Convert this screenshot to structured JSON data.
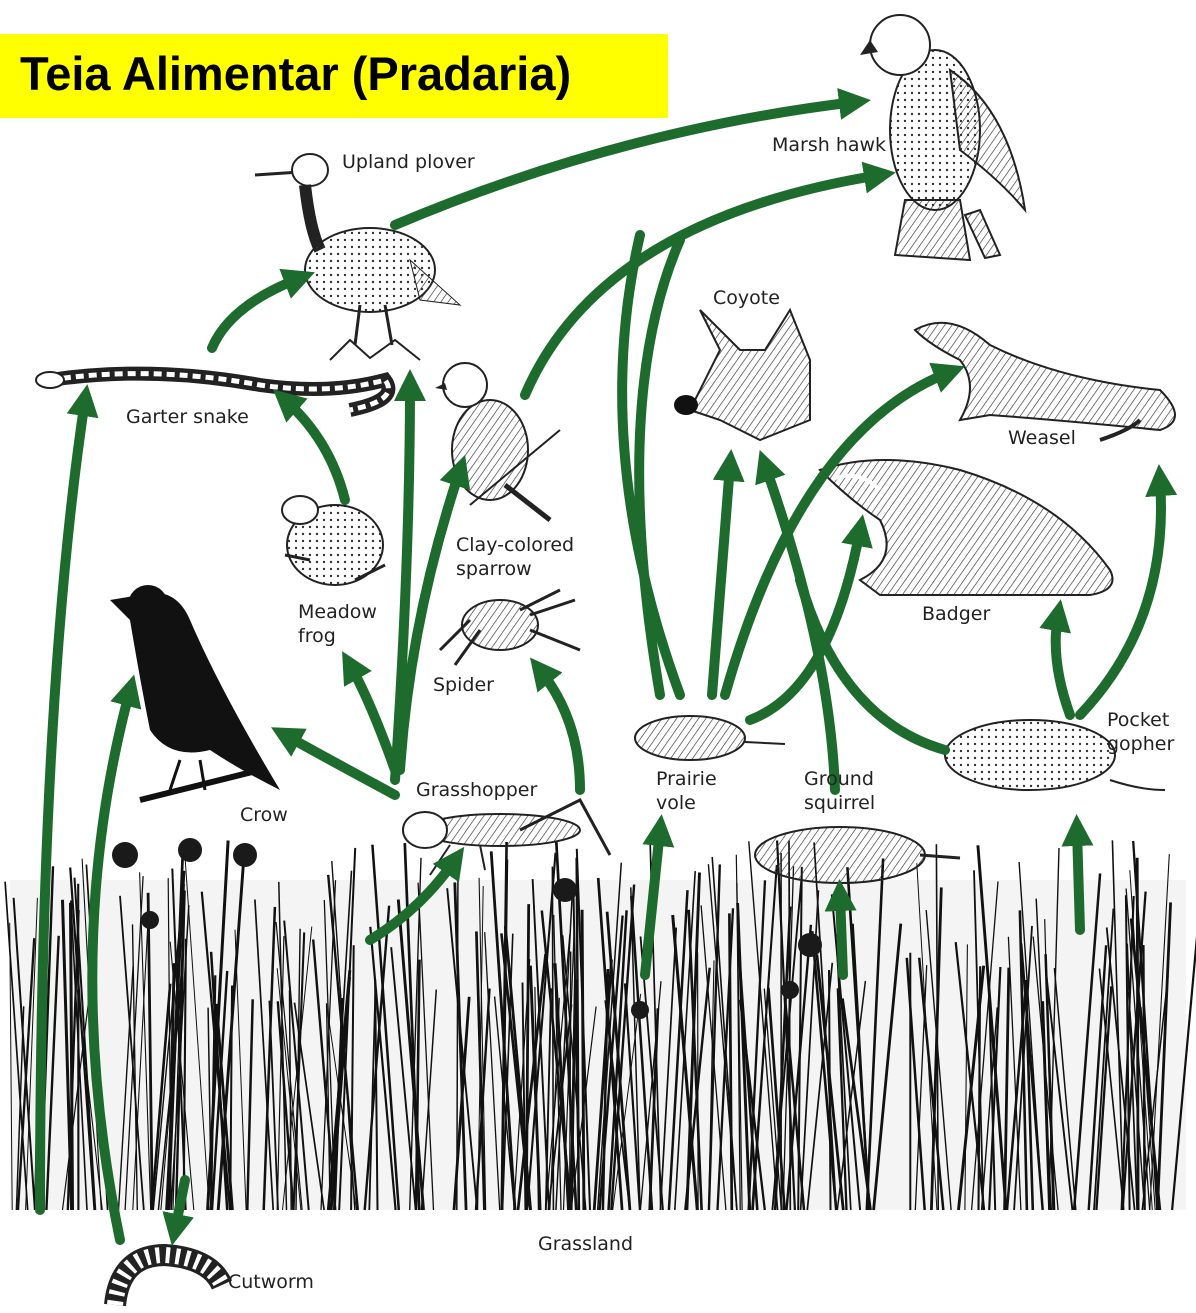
{
  "title": "Teia Alimentar (Pradaria)",
  "colors": {
    "arrow": "#1e6b2e",
    "title_bg": "#ffff00",
    "ink": "#1a1a1a"
  },
  "organisms": {
    "marsh_hawk": "Marsh hawk",
    "upland_plover": "Upland plover",
    "coyote": "Coyote",
    "garter_snake": "Garter snake",
    "weasel": "Weasel",
    "clay_colored_sparrow_line1": "Clay-colored",
    "clay_colored_sparrow_line2": "sparrow",
    "badger": "Badger",
    "meadow_frog_line1": "Meadow",
    "meadow_frog_line2": "frog",
    "spider": "Spider",
    "pocket_gopher_line1": "Pocket",
    "pocket_gopher_line2": "gopher",
    "prairie_vole_line1": "Prairie",
    "prairie_vole_line2": "vole",
    "ground_squirrel_line1": "Ground",
    "ground_squirrel_line2": "squirrel",
    "crow": "Crow",
    "grasshopper": "Grasshopper",
    "grassland": "Grassland",
    "cutworm": "Cutworm"
  }
}
